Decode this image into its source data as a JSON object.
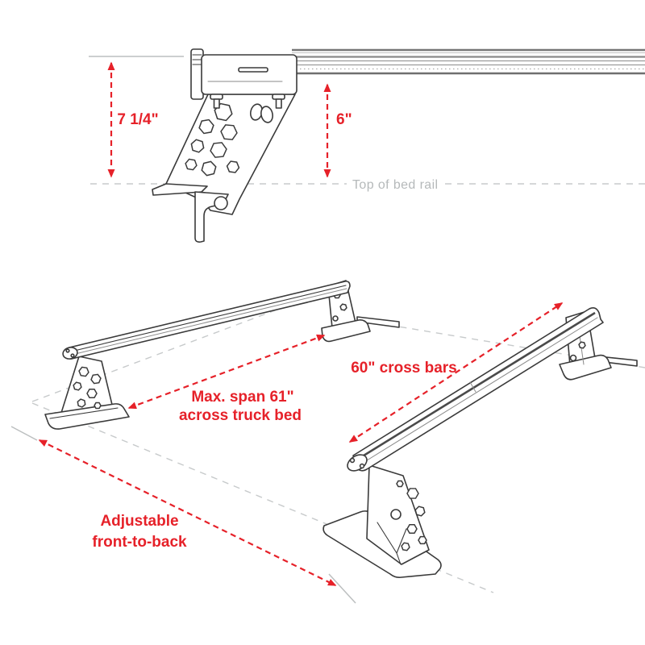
{
  "diagram": {
    "side_view": {
      "height_dim": "7 1/4\"",
      "drop_dim": "6\"",
      "reference_label": "Top of bed rail"
    },
    "iso_view": {
      "span_label_line1": "Max. span 61\"",
      "span_label_line2": "across truck bed",
      "crossbar_label": "60\" cross bars",
      "adjust_label_line1": "Adjustable",
      "adjust_label_line2": "front-to-back"
    },
    "colors": {
      "dimension_red": "#e62129",
      "reference_gray": "#b5b9ba",
      "line_art": "#3a3a3a"
    }
  }
}
